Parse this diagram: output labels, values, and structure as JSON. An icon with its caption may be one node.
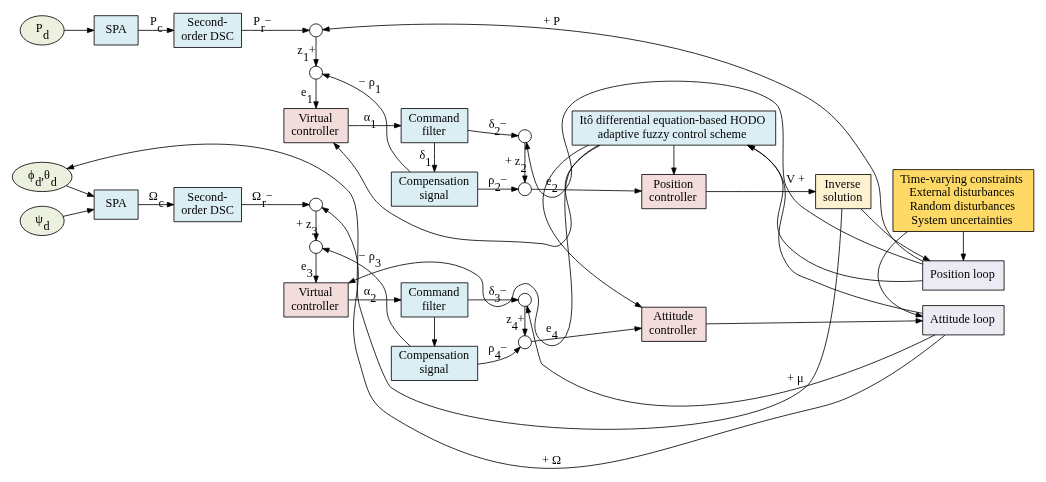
{
  "diagram": {
    "nodes": [
      {
        "text": [
          "P$_{d}$"
        ]
      },
      {
        "text": [
          "SPA"
        ]
      },
      {
        "text": [
          "Second-order DSC"
        ]
      },
      {
        "text": [],
        "shape": "circle"
      },
      {
        "text": [],
        "shape": "circle"
      },
      {
        "text": [
          "Virtual controller"
        ]
      },
      {
        "text": [
          "Compensation signal"
        ]
      },
      {
        "text": [
          "Command filter"
        ]
      },
      {
        "text": [],
        "shape": "circle"
      },
      {
        "text": [],
        "shape": "circle"
      },
      {
        "text": [
          "Position controller"
        ]
      },
      {
        "text": [
          "Inverse solution"
        ]
      },
      {
        "text": [
          "Position loop"
        ]
      },
      {
        "text": [
          "Itô differential equation-based HODO adaptive fuzzy control scheme"
        ]
      },
      {
        "text": [
          "Time-varying constraints",
          "External disturbances",
          "Random disturbances",
          "System uncertainties"
        ]
      },
      {
        "text": [
          "ϕ$_{d}$,θ$_{d}$"
        ]
      },
      {
        "text": [
          "ψ$_{d}$"
        ]
      },
      {
        "text": [
          "SPA"
        ]
      },
      {
        "text": [
          "Virtual controller"
        ]
      },
      {
        "text": [
          "Command filter"
        ]
      },
      {
        "text": [],
        "shape": "circle"
      },
      {
        "text": [
          "Second-order DSC"
        ]
      },
      {
        "text": [],
        "shape": "circle"
      },
      {
        "text": [
          "Compensation signal"
        ]
      },
      {
        "text": [],
        "shape": "circle"
      },
      {
        "text": [
          "Attitude controller"
        ]
      },
      {
        "text": [
          "Attitude loop"
        ]
      },
      {
        "text": [],
        "shape": "circle"
      }
    ],
    "edges": [
      {
        "from": 0,
        "to": 1,
        "arrow": "to"
      },
      {
        "from": 1,
        "to": 2,
        "arrow": "to",
        "label": "P$_{c}$"
      },
      {
        "from": 2,
        "to": 3,
        "arrow": "to",
        "label": "P$_{r}$−"
      },
      {
        "from": 12,
        "to": 3,
        "arrow": "to",
        "label": "+ P"
      },
      {
        "from": 3,
        "to": 4,
        "arrow": "to",
        "label": "z$_{1}$+"
      },
      {
        "from": 6,
        "to": 4,
        "arrow": "to",
        "label": "− ρ$_{1}$"
      },
      {
        "from": 4,
        "to": 5,
        "arrow": "to",
        "label": "e$_{1}$"
      },
      {
        "from": 5,
        "to": 7,
        "arrow": "to",
        "label": "α$_{1}$"
      },
      {
        "from": 7,
        "to": 6,
        "arrow": "to",
        "label": "δ$_{1}$"
      },
      {
        "from": 7,
        "to": 8,
        "arrow": "to",
        "label": "δ$_{2}$−"
      },
      {
        "from": 12,
        "to": 8,
        "arrow": "to",
        "label": "V +"
      },
      {
        "from": 6,
        "to": 9,
        "arrow": "to",
        "label": "ρ$_{2}$−"
      },
      {
        "from": 8,
        "to": 9,
        "arrow": "to",
        "label": "+ z$_{2}$"
      },
      {
        "from": 9,
        "to": 10,
        "arrow": "to",
        "label": "e$_{2}$"
      },
      {
        "from": 10,
        "to": 11,
        "arrow": "to"
      },
      {
        "from": 11,
        "to": 12,
        "arrow": "to"
      },
      {
        "from": 11,
        "to": 15,
        "arrow": "to"
      },
      {
        "from": 13,
        "to": 5,
        "arrow": "to"
      },
      {
        "from": 13,
        "to": 18,
        "arrow": "to"
      },
      {
        "from": 13,
        "to": 10,
        "arrow": "to"
      },
      {
        "from": 13,
        "to": 25,
        "arrow": "to"
      },
      {
        "from": 12,
        "to": 13,
        "arrow": "to"
      },
      {
        "from": 26,
        "to": 13,
        "arrow": "to"
      },
      {
        "from": 14,
        "to": 12,
        "arrow": "to"
      },
      {
        "from": 14,
        "to": 26,
        "arrow": "to"
      },
      {
        "from": 15,
        "to": 17,
        "arrow": "to"
      },
      {
        "from": 16,
        "to": 17,
        "arrow": "to"
      },
      {
        "from": 17,
        "to": 21,
        "arrow": "to",
        "label": "Ω$_{c}$"
      },
      {
        "from": 21,
        "to": 27,
        "arrow": "to",
        "label": "Ω$_{r}$−"
      },
      {
        "from": 26,
        "to": 27,
        "arrow": "to",
        "label": "+ Ω"
      },
      {
        "from": 27,
        "to": 22,
        "arrow": "to",
        "label": "+ z$_{3}$"
      },
      {
        "from": 23,
        "to": 22,
        "arrow": "to",
        "label": "− ρ$_{3}$"
      },
      {
        "from": 22,
        "to": 18,
        "arrow": "to",
        "label": "e$_{3}$"
      },
      {
        "from": 18,
        "to": 19,
        "arrow": "to",
        "label": "α$_{2}$"
      },
      {
        "from": 19,
        "to": 20,
        "arrow": "to",
        "label": "δ$_{3}$−"
      },
      {
        "from": 19,
        "to": 23,
        "arrow": "to"
      },
      {
        "from": 26,
        "to": 20,
        "arrow": "to",
        "label": "+ μ"
      },
      {
        "from": 20,
        "to": 24,
        "arrow": "to",
        "label": "z$_{4}$+"
      },
      {
        "from": 23,
        "to": 24,
        "arrow": "to",
        "label": "ρ$_{4}$−"
      },
      {
        "from": 24,
        "to": 25,
        "arrow": "to",
        "label": "e$_{4}$"
      },
      {
        "from": 25,
        "to": 26,
        "arrow": "to"
      }
    ]
  }
}
